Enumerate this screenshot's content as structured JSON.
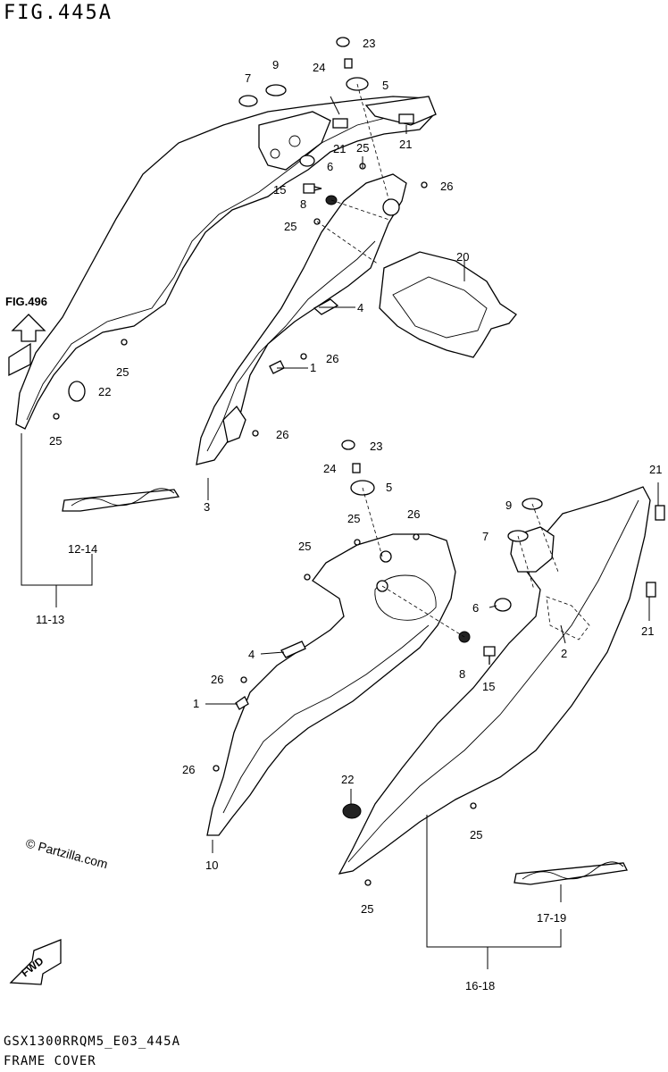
{
  "figure": {
    "title": "FIG.445A",
    "drawing_code": "GSX1300RRQM5_E03_445A",
    "drawing_name": "FRAME COVER",
    "reference_figure": "FIG.496",
    "watermark": "© Partzilla.com",
    "direction_label": "FWD"
  },
  "callouts": {
    "upper": [
      {
        "id": "u-23",
        "text": "23"
      },
      {
        "id": "u-24",
        "text": "24"
      },
      {
        "id": "u-5",
        "text": "5"
      },
      {
        "id": "u-7",
        "text": "7"
      },
      {
        "id": "u-9",
        "text": "9"
      },
      {
        "id": "u-21a",
        "text": "21"
      },
      {
        "id": "u-21b",
        "text": "21"
      },
      {
        "id": "u-25a",
        "text": "25"
      },
      {
        "id": "u-6",
        "text": "6"
      },
      {
        "id": "u-15",
        "text": "15"
      },
      {
        "id": "u-26a",
        "text": "26"
      },
      {
        "id": "u-8",
        "text": "8"
      },
      {
        "id": "u-25b",
        "text": "25"
      },
      {
        "id": "u-20",
        "text": "20"
      },
      {
        "id": "u-4",
        "text": "4"
      },
      {
        "id": "u-26b",
        "text": "26"
      },
      {
        "id": "u-1",
        "text": "1"
      },
      {
        "id": "u-25c",
        "text": "25"
      },
      {
        "id": "u-22",
        "text": "22"
      },
      {
        "id": "u-25d",
        "text": "25"
      },
      {
        "id": "u-26c",
        "text": "26"
      },
      {
        "id": "u-3",
        "text": "3"
      },
      {
        "id": "u-12-14",
        "text": "12-14"
      },
      {
        "id": "u-11-13",
        "text": "11-13"
      }
    ],
    "lower": [
      {
        "id": "l-23",
        "text": "23"
      },
      {
        "id": "l-24",
        "text": "24"
      },
      {
        "id": "l-5",
        "text": "5"
      },
      {
        "id": "l-25a",
        "text": "25"
      },
      {
        "id": "l-26a",
        "text": "26"
      },
      {
        "id": "l-25b",
        "text": "25"
      },
      {
        "id": "l-21a",
        "text": "21"
      },
      {
        "id": "l-9",
        "text": "9"
      },
      {
        "id": "l-7",
        "text": "7"
      },
      {
        "id": "l-6",
        "text": "6"
      },
      {
        "id": "l-2",
        "text": "2"
      },
      {
        "id": "l-21b",
        "text": "21"
      },
      {
        "id": "l-4",
        "text": "4"
      },
      {
        "id": "l-8",
        "text": "8"
      },
      {
        "id": "l-15",
        "text": "15"
      },
      {
        "id": "l-26b",
        "text": "26"
      },
      {
        "id": "l-1",
        "text": "1"
      },
      {
        "id": "l-26c",
        "text": "26"
      },
      {
        "id": "l-22",
        "text": "22"
      },
      {
        "id": "l-25c",
        "text": "25"
      },
      {
        "id": "l-10",
        "text": "10"
      },
      {
        "id": "l-25d",
        "text": "25"
      },
      {
        "id": "l-17-19",
        "text": "17-19"
      },
      {
        "id": "l-16-18",
        "text": "16-18"
      }
    ]
  }
}
